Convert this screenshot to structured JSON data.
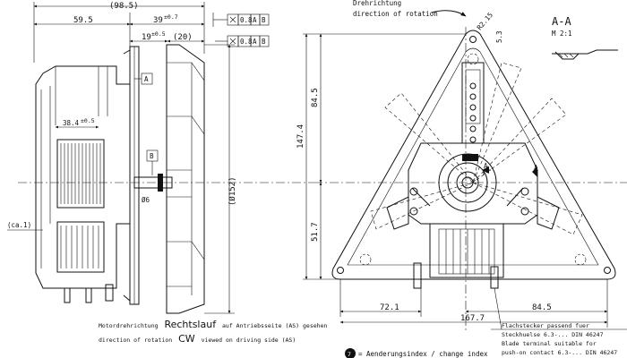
{
  "dimensions": {
    "overall_length": "(98.5)",
    "d59_5": "59.5",
    "d39": "39",
    "d39_tol": "±0.7",
    "d19": "19",
    "d19_tol": "±0.5",
    "d20": "(20)",
    "d38_4": "38.4",
    "d38_4_tol": "±0.5",
    "d_ca1": "(ca.1)",
    "d_dia6": "Ø6",
    "d_dia152": "(Ø152)",
    "d84_5_vert": "84.5",
    "d147_4": "147.4",
    "d51_7": "51.7",
    "d72_1": "72.1",
    "d84_5_horiz": "84.5",
    "d167_7": "167.7",
    "d_r2_15": "R2.15",
    "d5_3": "5.3"
  },
  "tolerances": {
    "frame1": {
      "value": "0.8",
      "datum1": "A",
      "datum2": "B"
    },
    "frame2": {
      "value": "0.8",
      "datum1": "A",
      "datum2": "B"
    }
  },
  "datums": {
    "a": "A",
    "b": "B"
  },
  "section": {
    "cut_label_left": "A",
    "cut_label_right": "A",
    "title": "A-A",
    "scale": "M 2:1"
  },
  "rotation": {
    "de": "Drehrichtung",
    "en": "direction of rotation"
  },
  "notes": {
    "motor_de_prefix": "Motordrehrichtung",
    "motor_de_word": "Rechtslauf",
    "motor_de_suffix": "auf Antriebsseite (AS) gesehen",
    "motor_en_prefix": "direction of rotation",
    "motor_en_word": "CW",
    "motor_en_suffix": "viewed on driving side (AS)",
    "change_index_num": "7",
    "change_index": "= Aenderungsindex / change index"
  },
  "terminal_note": {
    "line1": "Flachstecker passend fuer",
    "line2": "Steckhuelse 6.3-... DIN 46247",
    "line3": "Blade terminal suitable for",
    "line4": "push-on contact 6.3-... DIN 46247"
  }
}
